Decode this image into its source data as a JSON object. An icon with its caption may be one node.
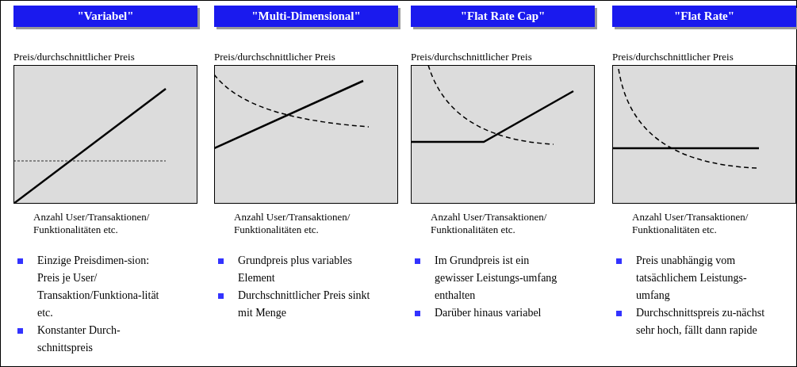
{
  "diagram": {
    "nodes": [
      {
        "text": [
          "\"Variabel\""
        ]
      },
      {
        "text": [
          "\"Multi-Dimensional\""
        ]
      },
      {
        "text": [
          "\"Flat Rate Cap\""
        ]
      },
      {
        "text": [
          "\"Flat Rate\""
        ]
      }
    ],
    "labels": [
      "Preis/durchschnittlicher Preis",
      "Anzahl User/Transaktionen/ Funktionalitäten etc.",
      "Einzige Preisdimen-sion: Preis je User/ Transaktion/Funktiona-lität etc.",
      "Konstanter Durch-schnittspreis",
      "Preis/durchschnittlicher Preis",
      "Anzahl User/Transaktionen/ Funktionalitäten etc.",
      "Grundpreis plus variables Element",
      "Durchschnittlicher Preis sinkt mit Menge",
      "Preis/durchschnittlicher Preis",
      "Anzahl User/Transaktionen/ Funktionalitäten etc.",
      "Im Grundpreis ist ein gewisser Leistungs-umfang enthalten",
      "Darüber hinaus variabel",
      "Preis/durchschnittlicher Preis",
      "Anzahl User/Transaktionen/ Funktionalitäten etc.",
      "Preis unabhängig vom tatsächlichem Leistungs-umfang",
      "Durchschnittspreis zu-nächst sehr hoch, fällt dann rapide"
    ]
  }
}
